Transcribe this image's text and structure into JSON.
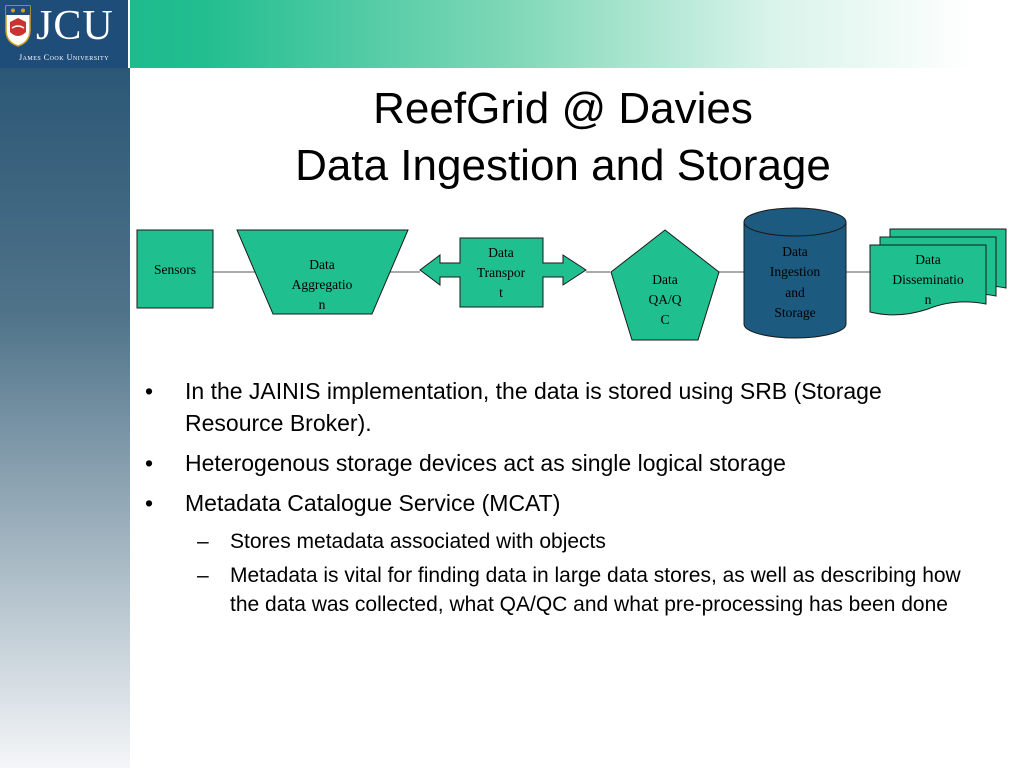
{
  "branding": {
    "logo_letters": "JCU",
    "university_name": "James Cook University",
    "colors": {
      "logo_bg": "#1f4d7a",
      "accent_green": "#1fbf8f",
      "node_fill": "#1fbf8f",
      "storage_fill": "#1c5a80"
    }
  },
  "slide": {
    "title_line1": "ReefGrid @ Davies",
    "title_line2": "Data Ingestion and Storage"
  },
  "diagram": {
    "nodes": [
      {
        "id": "sensors",
        "shape": "rectangle",
        "lines": [
          "Sensors"
        ]
      },
      {
        "id": "aggregation",
        "shape": "trapezoid",
        "lines": [
          "Data",
          "Aggregatio",
          "n"
        ]
      },
      {
        "id": "transport",
        "shape": "double-arrow",
        "lines": [
          "Data",
          "Transpor",
          "t"
        ]
      },
      {
        "id": "qaqc",
        "shape": "pentagon",
        "lines": [
          "Data",
          "QA/Q",
          "C"
        ]
      },
      {
        "id": "storage",
        "shape": "cylinder",
        "lines": [
          "Data",
          "Ingestion",
          "and",
          "Storage"
        ]
      },
      {
        "id": "dissemination",
        "shape": "multi-document",
        "lines": [
          "Data",
          "Disseminatio",
          "n"
        ]
      }
    ]
  },
  "bullets": [
    {
      "marker": "•",
      "level": 1,
      "text": "In the JAINIS implementation, the data is stored using SRB (Storage Resource Broker)."
    },
    {
      "marker": "•",
      "level": 1,
      "text": "Heterogenous storage devices act as single logical storage"
    },
    {
      "marker": "•",
      "level": 1,
      "text": "Metadata Catalogue Service (MCAT)"
    },
    {
      "marker": "–",
      "level": 2,
      "text": "Stores metadata associated with objects"
    },
    {
      "marker": "–",
      "level": 2,
      "text": "Metadata is vital for finding data in large data stores, as well as describing how the data was collected, what QA/QC and what pre-processing has been done"
    }
  ]
}
